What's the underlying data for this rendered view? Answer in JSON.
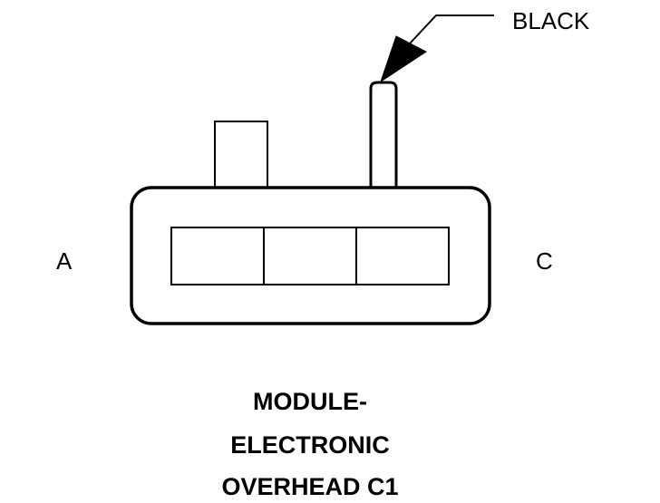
{
  "connector": {
    "pin_label_left": "A",
    "pin_label_right": "C",
    "color_callout": "BLACK",
    "cavity_count": 3,
    "stroke_color": "#000000"
  },
  "caption": {
    "line1": "MODULE-",
    "line2": "ELECTRONIC",
    "line3": "OVERHEAD C1"
  }
}
